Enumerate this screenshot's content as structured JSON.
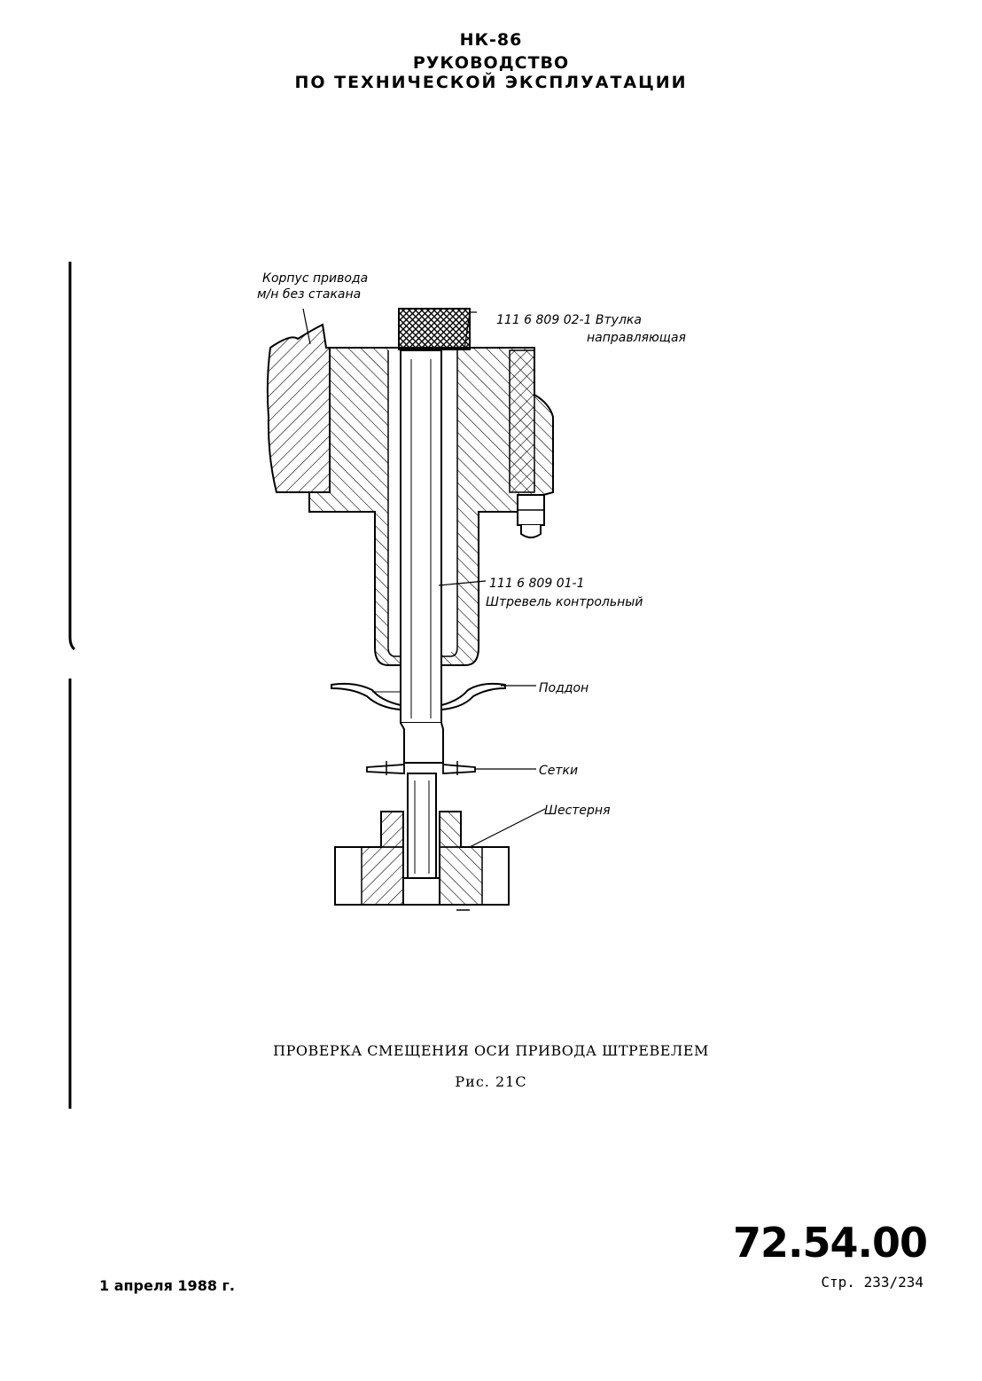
{
  "header": {
    "line1": "НК-86",
    "line2": "РУКОВОДСТВО",
    "line3": "ПО ТЕХНИЧЕСКОЙ ЭКСПЛУАТАЦИИ"
  },
  "figure": {
    "labels": {
      "housing_1": "Корпус привода",
      "housing_2": "м/н без стакана",
      "bushing_1": "111 6 809 02-1 Втулка",
      "bushing_2": "направляющая",
      "pin_1": "111 6 809 01-1",
      "pin_2": "Штревель контрольный",
      "pan": "Поддон",
      "screens": "Сетки",
      "gear": "Шестерня"
    },
    "caption": "ПРОВЕРКА СМЕЩЕНИЯ ОСИ ПРИВОДА ШТРЕВЕЛЕМ",
    "number": "Рис. 21С"
  },
  "footer": {
    "doc_number": "72.54.00",
    "page": "Стр. 233/234",
    "date": "1 апреля 1988 г."
  }
}
